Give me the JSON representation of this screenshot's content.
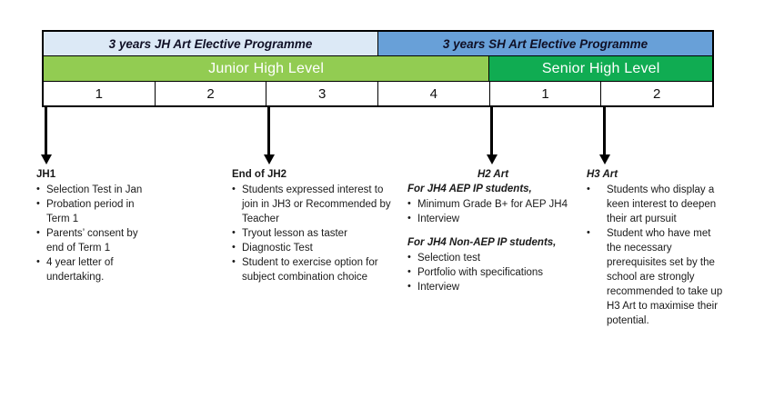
{
  "colors": {
    "light_blue": "#dce9f6",
    "blue": "#68a0d8",
    "jh_green": "#92cc52",
    "sh_green": "#10ac52",
    "arrow_black": "#000000"
  },
  "table": {
    "programmes": {
      "jh": "3 years JH Art Elective Programme",
      "sh": "3 years SH Art Elective Programme"
    },
    "levels": {
      "junior": "Junior High Level",
      "senior": "Senior High Level"
    },
    "years": [
      "1",
      "2",
      "3",
      "4",
      "1",
      "2"
    ]
  },
  "annotations": {
    "jh1": {
      "title": "JH1",
      "bullets": [
        "Selection Test in Jan",
        "Probation period in Term 1",
        "Parents’ consent by end of Term 1",
        "4 year letter of undertaking."
      ]
    },
    "end_jh2": {
      "title": "End of JH2",
      "bullets": [
        "Students expressed interest to join in JH3 or Recommended by Teacher",
        "Tryout lesson as taster",
        "Diagnostic Test",
        "Student to exercise option for subject combination choice"
      ]
    },
    "h2_art": {
      "title": "H2 Art",
      "groups": [
        {
          "heading": "For JH4 AEP IP students,",
          "bullets": [
            "Minimum Grade B+ for AEP JH4",
            "Interview"
          ]
        },
        {
          "heading": "For JH4 Non-AEP IP students,",
          "bullets": [
            "Selection test",
            "Portfolio with specifications",
            "Interview"
          ]
        }
      ]
    },
    "h3_art": {
      "title": "H3 Art",
      "bullets": [
        "Students who display a keen interest to deepen their art pursuit",
        "Student who have met the necessary prerequisites set by the school are strongly recommended to take up H3 Art to maximise their potential."
      ]
    }
  }
}
